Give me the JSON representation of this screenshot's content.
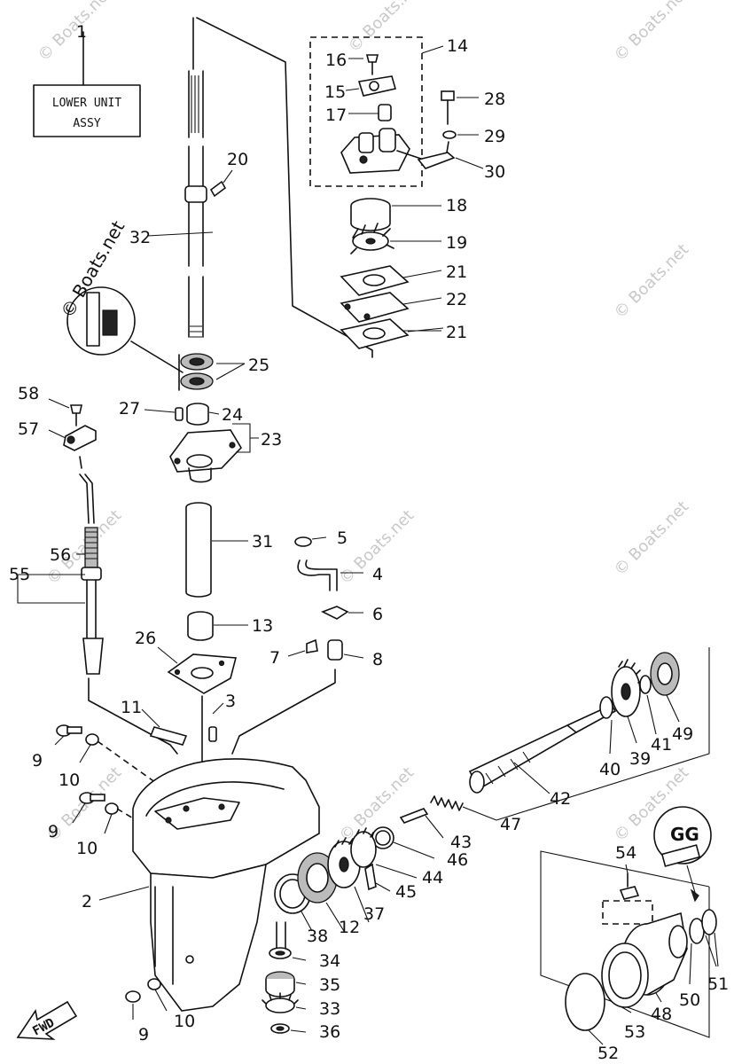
{
  "assy_box": {
    "line1": "LOWER UNIT",
    "line2": "ASSY"
  },
  "badge_gg": "GG",
  "badge_fwd": "FWD",
  "watermark": "© Boats.net",
  "parts": {
    "p1": "1",
    "p2": "2",
    "p3": "3",
    "p4": "4",
    "p5": "5",
    "p6": "6",
    "p7": "7",
    "p8": "8",
    "p9": "9",
    "p10": "10",
    "p11": "11",
    "p12": "12",
    "p13": "13",
    "p14": "14",
    "p15": "15",
    "p16": "16",
    "p17": "17",
    "p18": "18",
    "p19": "19",
    "p20": "20",
    "p21": "21",
    "p22": "22",
    "p23": "23",
    "p24": "24",
    "p25": "25",
    "p26": "26",
    "p27": "27",
    "p28": "28",
    "p29": "29",
    "p30": "30",
    "p31": "31",
    "p32": "32",
    "p33": "33",
    "p34": "34",
    "p35": "35",
    "p36": "36",
    "p37": "37",
    "p38": "38",
    "p39": "39",
    "p40": "40",
    "p41": "41",
    "p42": "42",
    "p43": "43",
    "p44": "44",
    "p45": "45",
    "p46": "46",
    "p47": "47",
    "p48": "48",
    "p49": "49",
    "p50": "50",
    "p51": "51",
    "p52": "52",
    "p53": "53",
    "p54": "54",
    "p55": "55",
    "p56": "56",
    "p57": "57",
    "p58": "58"
  }
}
